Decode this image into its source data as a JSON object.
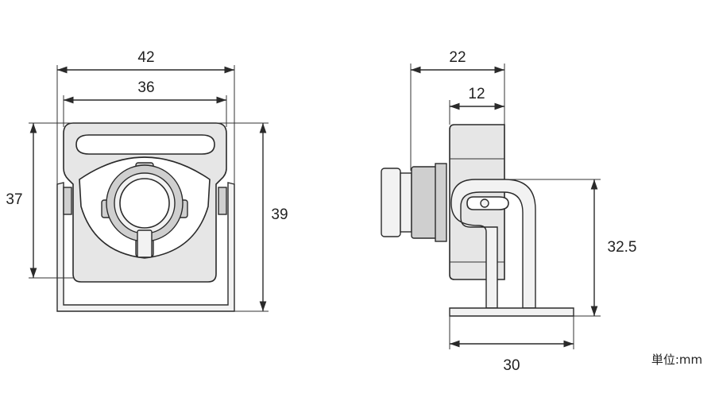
{
  "front_view": {
    "width_outer": "42",
    "width_inner": "36",
    "height_left": "37",
    "height_right": "39"
  },
  "side_view": {
    "depth_total": "22",
    "depth_housing": "12",
    "bracket_height": "32.5",
    "base_width": "30"
  },
  "unit_label": "単位:mm",
  "colors": {
    "line": "#2a2a2a",
    "body": "#e6e6e6",
    "detail": "#cfcfcf"
  }
}
